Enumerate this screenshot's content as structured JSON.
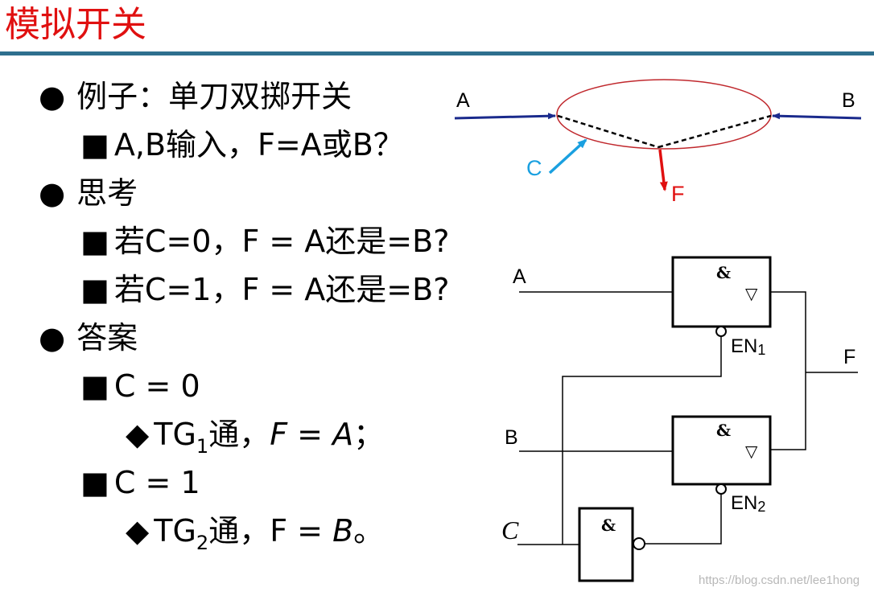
{
  "slide": {
    "title": "模拟开关",
    "watermark": "https://blog.csdn.net/lee1hong"
  },
  "bullets": [
    {
      "marker": "●",
      "text": "例子：单刀双掷开关"
    },
    {
      "marker": "■",
      "text": "A,B输入，F=A或B？"
    },
    {
      "marker": "●",
      "text": "思考"
    },
    {
      "marker": "■",
      "text": "若C=0，F = A还是=B?"
    },
    {
      "marker": "■",
      "text": "若C=1，F = A还是=B?"
    },
    {
      "marker": "●",
      "text": "答案"
    },
    {
      "marker": "■",
      "text": "C = 0"
    },
    {
      "marker": "◆",
      "pre": "TG",
      "sub": "1",
      "mid": "通，",
      "f": "F",
      "eq": " = ",
      "v": "A",
      "end": "；"
    },
    {
      "marker": "■",
      "text": "C = 1"
    },
    {
      "marker": "◆",
      "pre": "TG",
      "sub": "2",
      "mid": "通，",
      "f": "F",
      "eq": " = ",
      "v": "B",
      "end": "。"
    }
  ],
  "switch_diagram": {
    "input_a": "A",
    "input_b": "B",
    "control": "C",
    "output": "F",
    "colors": {
      "input": "#1a2a8c",
      "control": "#1aa0e0",
      "output": "#e01010",
      "ellipse": "#c0282d"
    }
  },
  "gate_circuit": {
    "input_a": "A",
    "input_b": "B",
    "control": "C",
    "output": "F",
    "gate_symbol": "&",
    "tristate_symbol": "▽",
    "en1": {
      "base": "EN",
      "sub": "1"
    },
    "en2": {
      "base": "EN",
      "sub": "2"
    }
  }
}
